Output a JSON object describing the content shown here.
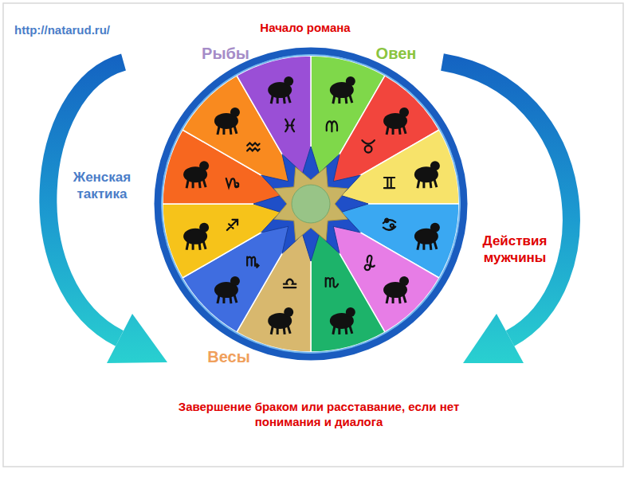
{
  "diagram": {
    "labels": [
      "http://natarud.ru/",
      "Начало романа",
      "Рыбы",
      "Овен",
      "Женская тактика",
      "Действия мужчины",
      "Весы",
      "Завершение браком или расставание, если нет понимания и диалога"
    ]
  }
}
